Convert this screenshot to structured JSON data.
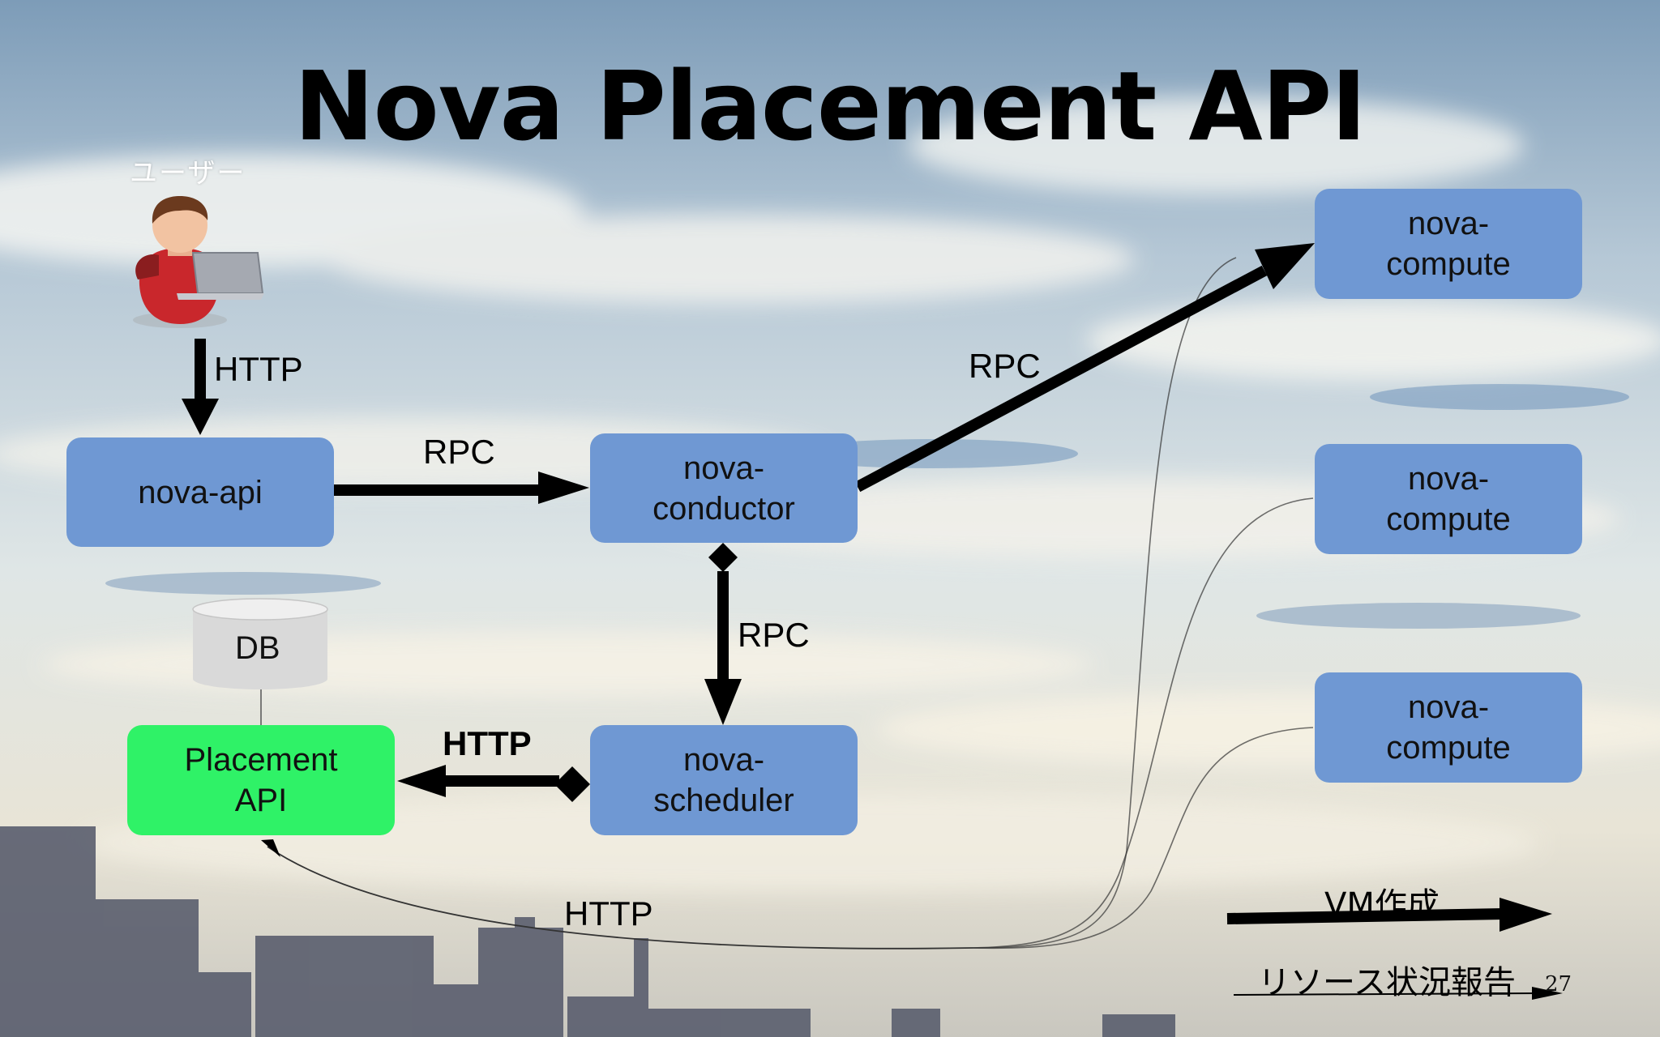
{
  "slide": {
    "title": "Nova Placement API",
    "page_number": "27"
  },
  "diagram": {
    "user_label": "ユーザー",
    "nodes": {
      "nova_api": "nova-api",
      "nova_conductor": "nova-\nconductor",
      "nova_scheduler": "nova-\nscheduler",
      "placement_api": "Placement\nAPI",
      "db": "DB",
      "nova_compute_1": "nova-\ncompute",
      "nova_compute_2": "nova-\ncompute",
      "nova_compute_3": "nova-\ncompute"
    },
    "edge_labels": {
      "user_to_api": "HTTP",
      "api_to_conductor": "RPC",
      "conductor_to_compute": "RPC",
      "conductor_to_scheduler": "RPC",
      "scheduler_to_placement": "HTTP",
      "compute_to_placement": "HTTP"
    },
    "legend": {
      "vm_create": "VM作成",
      "resource_report": "リソース状況報告"
    }
  },
  "colors": {
    "node_blue": "#6f98d3",
    "placement_green": "#2ff267",
    "db_gray": "#d9d9d9",
    "arrow_black": "#000000"
  },
  "icons": {
    "user": "user-with-laptop-icon"
  }
}
